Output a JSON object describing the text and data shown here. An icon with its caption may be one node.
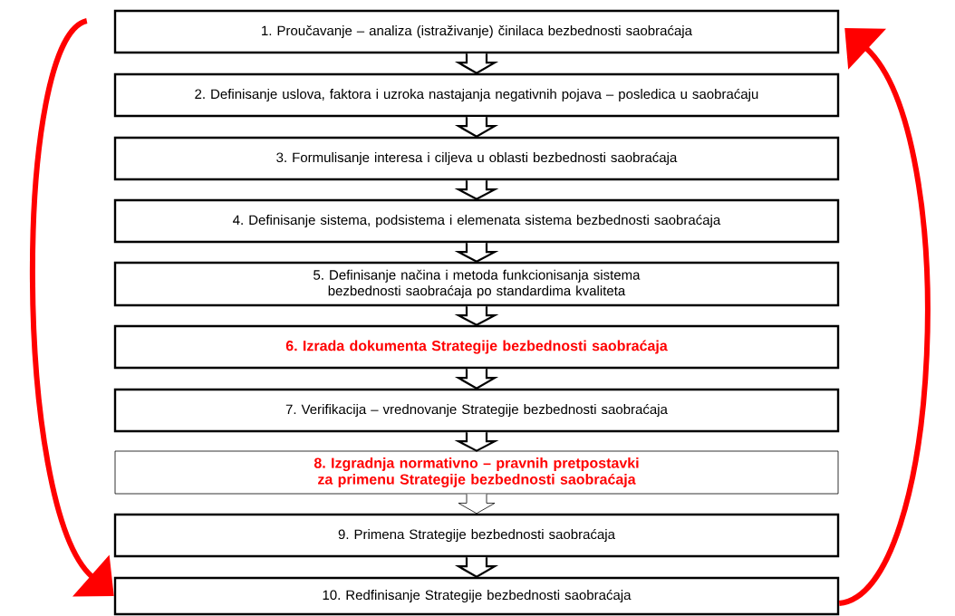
{
  "diagram": {
    "nodes": [
      {
        "text": [
          "1. Proučavanje – analiza (istraživanje) činilaca bezbednosti saobraćaja"
        ]
      },
      {
        "text": [
          "2. Definisanje uslova, faktora i uzroka nastajanja negativnih pojava – posledica u saobraćaju"
        ]
      },
      {
        "text": [
          "3. Formulisanje interesa i ciljeva u oblasti bezbednosti saobraćaja"
        ]
      },
      {
        "text": [
          "4. Definisanje sistema, podsistema i elemenata sistema bezbednosti saobraćaja"
        ]
      },
      {
        "text": [
          "5. Definisanje načina i metoda funkcionisanja sistema bezbednosti saobraćaja po standardima kvaliteta"
        ]
      },
      {
        "text": [
          "6. Izrada dokumenta Strategije bezbednosti saobraćaja"
        ]
      },
      {
        "text": [
          "7. Verifikacija – vrednovanje Strategije bezbednosti saobraćaja"
        ]
      },
      {
        "text": [
          "8. Izgradnja normativno – pravnih pretpostavki za primenu Strategije bezbednosti saobraćaja"
        ]
      },
      {
        "text": [
          "9. Primena Strategije bezbednosti saobraćaja"
        ]
      },
      {
        "text": [
          "10. Redfinisanje Strategije bezbednosti saobraćaja"
        ]
      }
    ],
    "edges": [
      {
        "from": 0,
        "to": 1,
        "arrow": "to"
      },
      {
        "from": 1,
        "to": 2,
        "arrow": "to"
      },
      {
        "from": 2,
        "to": 3,
        "arrow": "to"
      },
      {
        "from": 3,
        "to": 4,
        "arrow": "to"
      },
      {
        "from": 4,
        "to": 5,
        "arrow": "to"
      },
      {
        "from": 5,
        "to": 6,
        "arrow": "to"
      },
      {
        "from": 6,
        "to": 7,
        "arrow": "to"
      },
      {
        "from": 7,
        "to": 8,
        "arrow": "to"
      },
      {
        "from": 8,
        "to": 9,
        "arrow": "to"
      },
      {
        "from": 0,
        "to": 9,
        "arrow": "to",
        "color": "#ff0000"
      },
      {
        "from": 9,
        "to": 0,
        "arrow": "to",
        "color": "#ff0000"
      }
    ]
  }
}
